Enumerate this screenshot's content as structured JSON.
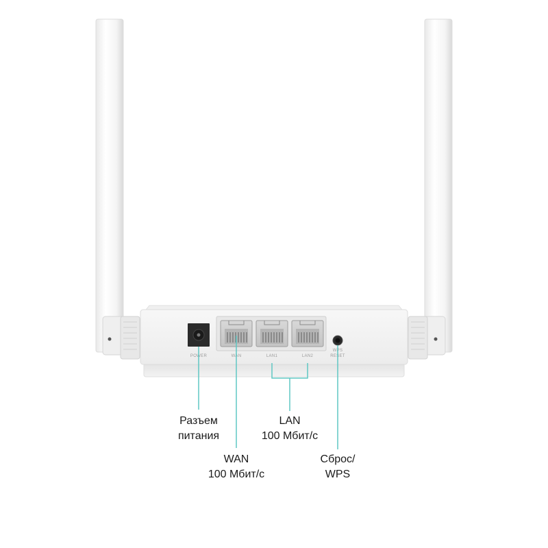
{
  "colors": {
    "leader_line": "#5fc7c3",
    "device_body": "#f2f2f2",
    "device_panel": "#e4e4e4",
    "background": "#ffffff"
  },
  "device": {
    "port_labels": {
      "power": "POWER",
      "wan": "WAN",
      "lan1": "LAN1",
      "lan2": "LAN2",
      "wps_reset_line1": "WPS",
      "wps_reset_line2": "RESET"
    }
  },
  "callouts": {
    "power": {
      "line1": "Разъем",
      "line2": "питания"
    },
    "lan": {
      "line1": "LAN",
      "line2": "100 Мбит/с"
    },
    "wan": {
      "line1": "WAN",
      "line2": "100 Мбит/с"
    },
    "wps": {
      "line1": "Сброс/",
      "line2": "WPS"
    }
  }
}
